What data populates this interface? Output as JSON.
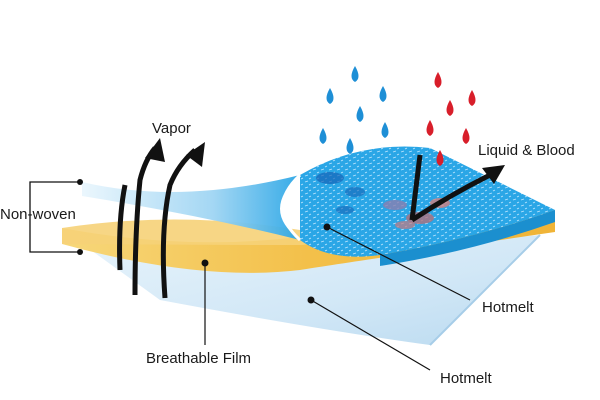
{
  "diagram": {
    "labels": {
      "vapor": "Vapor",
      "liquid_blood": "Liquid & Blood",
      "non_woven": "Non-woven",
      "hotmelt_upper": "Hotmelt",
      "breathable_film": "Breathable Film",
      "hotmelt_lower": "Hotmelt"
    },
    "colors": {
      "water_drop": "#1e8fd6",
      "blood_drop": "#d81e2a",
      "top_layer": "#2aa6e6",
      "yellow_layer": "#f5c64a",
      "film_layer": "#cfe6f6",
      "arrow": "#111111"
    }
  }
}
